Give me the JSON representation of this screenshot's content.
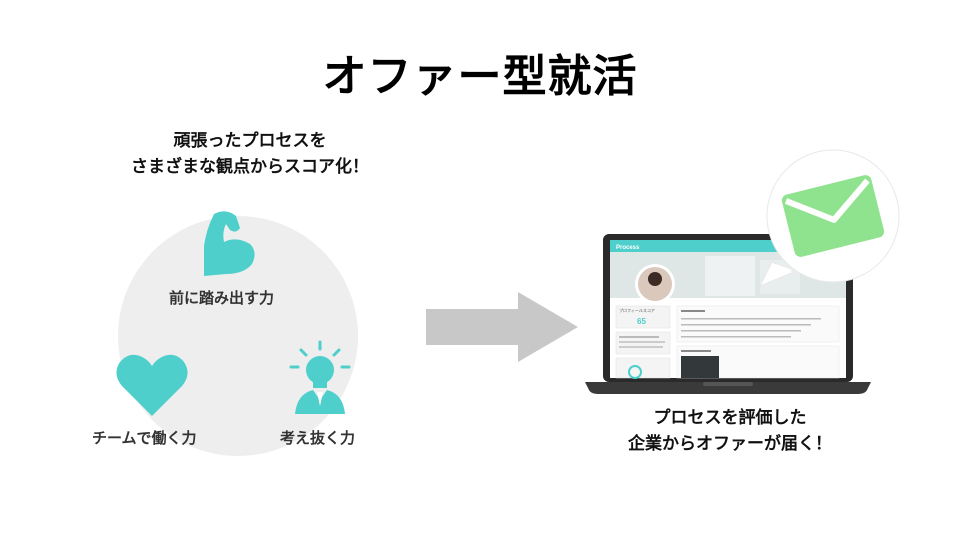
{
  "title": "オファー型就活",
  "left_caption": {
    "line1": "頑張ったプロセスを",
    "line2": "さまざまな観点からスコア化！"
  },
  "skills": [
    {
      "label": "前に踏み出す力",
      "icon": "flexed-arm-icon"
    },
    {
      "label": "チームで働く力",
      "icon": "heart-icon"
    },
    {
      "label": "考え抜く力",
      "icon": "thinking-person-icon"
    }
  ],
  "right_caption": {
    "line1": "プロセスを評価した",
    "line2": "企業からオファーが届く！"
  },
  "laptop_screen": {
    "app_name": "Process",
    "score_label": "プロフィールスコア",
    "score_value": "65"
  },
  "colors": {
    "accent_teal": "#4ecfcb",
    "mail_green": "#8fe38e",
    "arrow_gray": "#c8c8c8",
    "circle_bg": "#eeeeee"
  }
}
